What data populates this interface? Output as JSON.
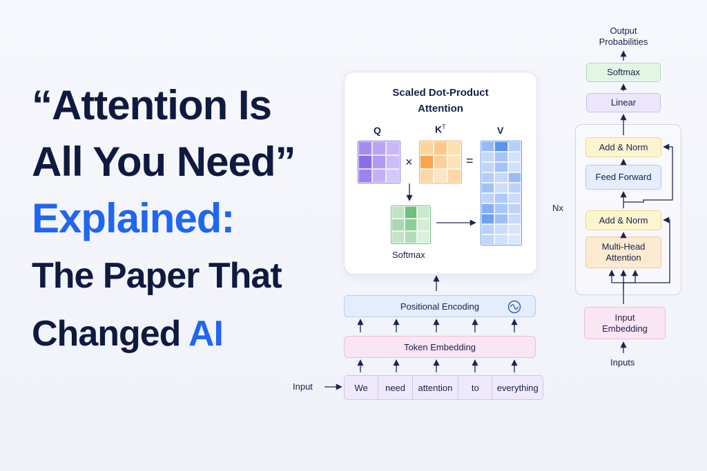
{
  "headline": {
    "line1": "“Attention Is",
    "line2": "All You Need”",
    "line3": "Explained:",
    "line4": "The Paper That",
    "line5a": "Changed ",
    "line5b": "AI"
  },
  "attention_card": {
    "title_line1": "Scaled Dot-Product",
    "title_line2": "Attention",
    "q_label": "Q",
    "k_label": "K",
    "k_superscript": "T",
    "v_label": "V",
    "times": "×",
    "equals": "=",
    "softmax_label": "Softmax",
    "q_colors": [
      "#a58cf0",
      "#b9a3f4",
      "#c9b8f7",
      "#8b6de6",
      "#b09af2",
      "#cbbcf7",
      "#9c82ec",
      "#c2b1f5",
      "#d5c9f9"
    ],
    "k_colors": [
      "#fbd59a",
      "#fcc98a",
      "#fde0b1",
      "#f7a553",
      "#fcd09a",
      "#fde2b8",
      "#fbd8a3",
      "#fce6c3",
      "#fdd7a5"
    ],
    "s_colors": [
      "#bfe3c3",
      "#6fbf7e",
      "#cbe9cd",
      "#a8d9b0",
      "#8ccf97",
      "#d4edd6",
      "#c3e5c6",
      "#b2ddb9",
      "#dcf0de"
    ],
    "v_colors": [
      "#93b9f6",
      "#5b93ee",
      "#b6cff9",
      "#c4d8fa",
      "#a7c6f8",
      "#d2e2fb",
      "#c0d5fa",
      "#a5c3f7",
      "#cfe0fb",
      "#b4cdf9",
      "#c5d9fa",
      "#9bbdf6",
      "#a2c1f7",
      "#cddefb",
      "#bcd3f9",
      "#bfd4fa",
      "#b0caf8",
      "#c9dbfa",
      "#86b0f4",
      "#a9c7f8",
      "#bed3f9",
      "#6f9ff0",
      "#9ebef6",
      "#c7dafa",
      "#b9d0f9",
      "#cbdcfb",
      "#d6e5fc",
      "#c2d6fa",
      "#d0e1fb",
      "#dbe8fc"
    ]
  },
  "positional_encoding": "Positional Encoding",
  "token_embedding": "Token Embedding",
  "input_label": "Input",
  "tokens": [
    "We",
    "need",
    "attention",
    "to",
    "everything"
  ],
  "transformer": {
    "output_label_line1": "Output",
    "output_label_line2": "Probabilities",
    "softmax": "Softmax",
    "linear": "Linear",
    "add_norm_top": "Add & Norm",
    "feed_forward": "Feed Forward",
    "add_norm_bottom": "Add & Norm",
    "mha_line1": "Multi-Head",
    "mha_line2": "Attention",
    "nx": "Nx",
    "input_embedding_line1": "Input",
    "input_embedding_line2": "Embedding",
    "inputs_label": "Inputs"
  },
  "colors": {
    "accent_blue": "#1f66f0",
    "navy": "#0f1a40",
    "softmax_fill": "#e3f6e5",
    "linear_fill": "#ece6fb",
    "addnorm_fill": "#fdf5cf",
    "feedforward_fill": "#e4eefc",
    "mha_fill": "#fcebd2",
    "embedding_fill": "#fae5f3"
  }
}
